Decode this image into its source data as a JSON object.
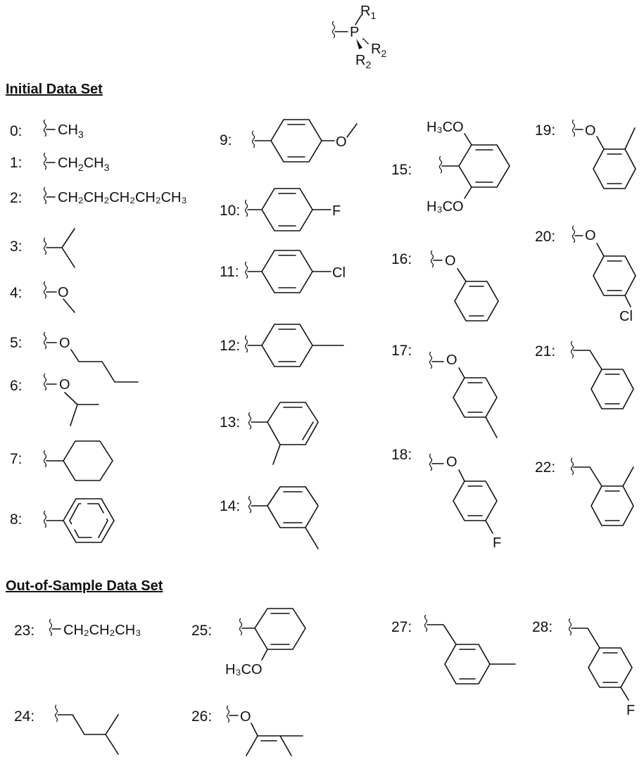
{
  "header": {
    "r1": "R",
    "r1_sub": "1",
    "r2": "R",
    "r2_sub": "2",
    "p": "P"
  },
  "sections": {
    "initial": "Initial Data Set",
    "out_of_sample": "Out-of-Sample Data Set"
  },
  "labels": [
    "0:",
    "1:",
    "2:",
    "3:",
    "4:",
    "5:",
    "6:",
    "7:",
    "8:",
    "9:",
    "10:",
    "11:",
    "12:",
    "13:",
    "14:",
    "15:",
    "16:",
    "17:",
    "18:",
    "19:",
    "20:",
    "21:",
    "22:",
    "23:",
    "24:",
    "25:",
    "26:",
    "27:",
    "28:"
  ],
  "formulas": {
    "ch3": "CH",
    "ch3_sub": "3",
    "ethyl_a": "CH",
    "ethyl_a_sub": "2",
    "ethyl_b": "CH",
    "ethyl_b_sub": "3",
    "pentyl": "CH₂CH₂CH₂CH₂CH₃",
    "propyl": "CH₂CH₂CH₃"
  },
  "atoms": {
    "o": "O",
    "f": "F",
    "cl": "Cl",
    "h3co": "H₃CO"
  },
  "colors": {
    "ink": "#111111",
    "background": "#ffffff"
  }
}
